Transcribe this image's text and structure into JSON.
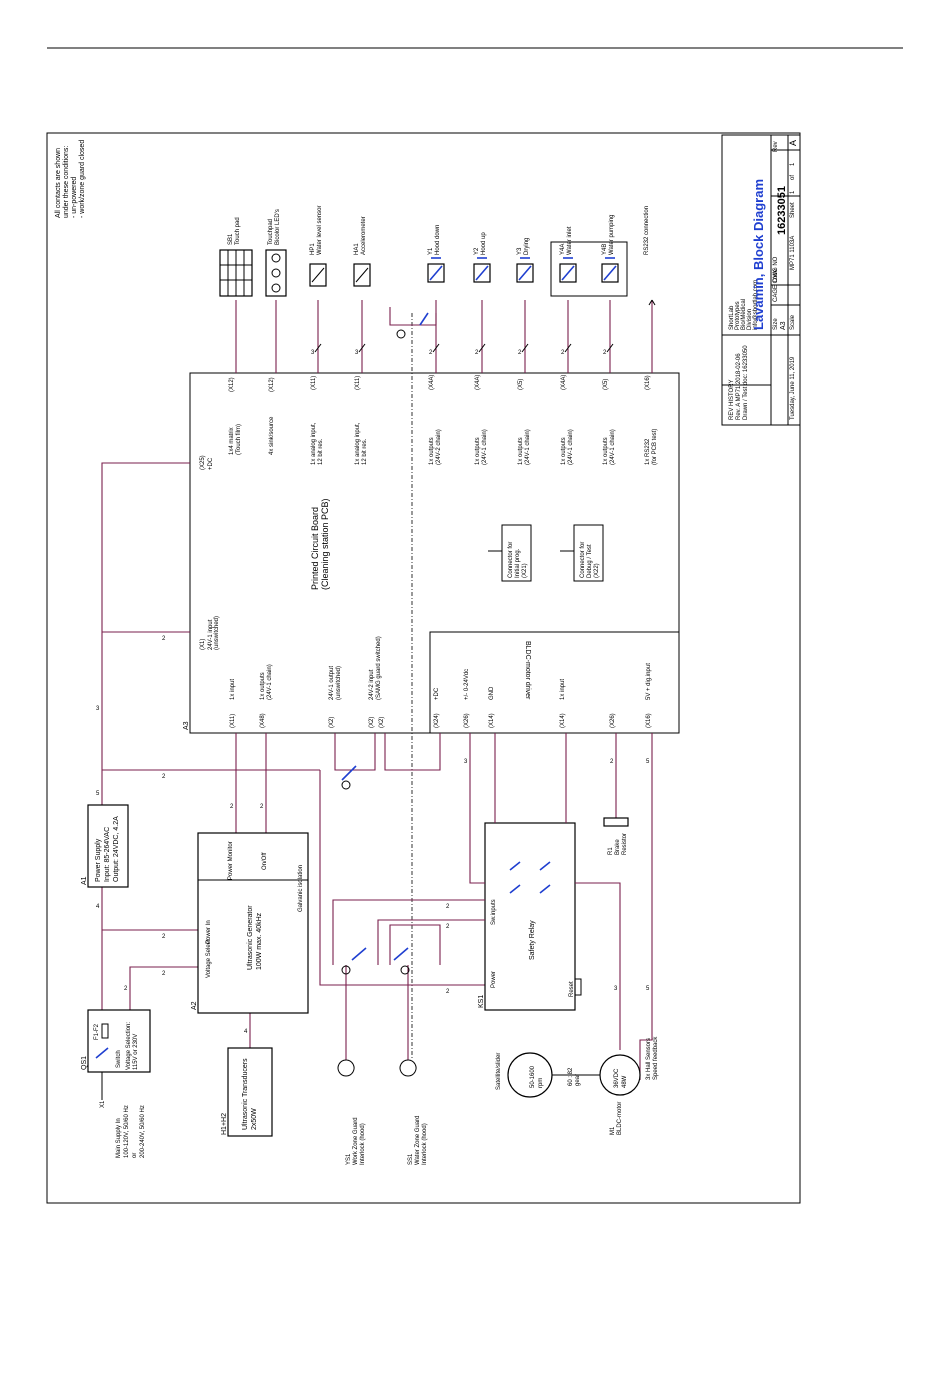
{
  "notes": {
    "line1": "All contacts are shown",
    "line2": "under these conditions:",
    "line3": "- un-powered",
    "line4": "- work/zone guard closed"
  },
  "top_devices": [
    {
      "ref": "SB1",
      "label": "Touch pad",
      "conn": "(X12)",
      "desc": "1x4 matrix",
      "desc2": "(Touch film)",
      "count": ""
    },
    {
      "ref": "",
      "label": "Touchpad",
      "label2": "Bicolor LED's",
      "conn": "(X12)",
      "desc": "4x sink/source",
      "desc2": "",
      "count": ""
    },
    {
      "ref": "HP1",
      "label": "Water level sensor",
      "conn": "(X11)",
      "desc": "1x analog input,",
      "desc2": "12 bit res.",
      "count": "3"
    },
    {
      "ref": "HA1",
      "label": "Accelerometer",
      "conn": "(X11)",
      "desc": "1x analog input,",
      "desc2": "12 bit res.",
      "count": "3"
    },
    {
      "ref": "Y1",
      "label": "Hood down",
      "conn": "(X4A)",
      "desc": "1x outputs",
      "desc2": "(24V-2 chain)",
      "count": "2"
    },
    {
      "ref": "Y2",
      "label": "Hood up",
      "conn": "(X4A)",
      "desc": "1x outputs",
      "desc2": "(24V-1 chain)",
      "count": "2"
    },
    {
      "ref": "Y3",
      "label": "Drying",
      "conn": "(X5)",
      "desc": "1x outputs",
      "desc2": "(24V-1 chain)",
      "count": "2"
    },
    {
      "ref": "Y4A",
      "label": "Water inlet",
      "conn": "(X4A)",
      "desc": "1x outputs",
      "desc2": "(24V-1 chain)",
      "count": "2"
    },
    {
      "ref": "Y4B",
      "label": "Water pumping",
      "conn": "(X5)",
      "desc": "1x outputs",
      "desc2": "(24V-1 chain)",
      "count": "2"
    },
    {
      "ref": "",
      "label": "RS232 connection",
      "conn": "(X16)",
      "desc": "1x RS232",
      "desc2": "(for PCB test)",
      "count": ""
    }
  ],
  "pcb": {
    "ref": "A3",
    "title": "Printed Circuit Board",
    "subtitle": "(Cleaning station PCB)",
    "x25": "(X25)",
    "x25b": "+DC",
    "x1": "(X1)",
    "x1b": "24V-1 input",
    "x1c": "(unswitched)",
    "connector1": "Connector for",
    "connector1b": "Initial prog.",
    "connector1c": "(X21)",
    "connector2": "Connector for",
    "connector2b": "Debug / Test",
    "connector2c": "(X22)",
    "bldc_driver": "BLDC-motor driver",
    "bottom_pins": [
      {
        "conn": "(X11)",
        "desc": "1x input",
        "desc2": ""
      },
      {
        "conn": "(X48)",
        "desc": "1x outputs",
        "desc2": "(24V-1 chain)"
      },
      {
        "conn": "(X2)",
        "desc": "24V-1 output",
        "desc2": "(unswitched)"
      },
      {
        "conn": "(X2)",
        "desc": "24V-2 input",
        "desc2": "(SAMG guard switched)"
      },
      {
        "conn": "(X2)",
        "desc": "",
        "desc2": ""
      },
      {
        "conn": "(X24)",
        "desc": "+DC",
        "desc2": ""
      },
      {
        "conn": "(X26)",
        "desc": "+/- 0-24Vdc",
        "desc2": ""
      },
      {
        "conn": "(X14)",
        "desc": "GND",
        "desc2": ""
      },
      {
        "conn": "(X14)",
        "desc": "1x input",
        "desc2": ""
      },
      {
        "conn": "(X26)",
        "desc": "",
        "desc2": ""
      },
      {
        "conn": "(X16)",
        "desc": "5V + dig.input",
        "desc2": ""
      }
    ]
  },
  "power_supply": {
    "ref": "A1",
    "line1": "Power Supply",
    "line2": "Input: 85-264VAC",
    "line3": "Output: 24VDC, 4.2A"
  },
  "generator": {
    "ref": "A2",
    "power_monitor": "Power Monitor",
    "on_off": "On/Off",
    "galvanic": "Galvanic isolation",
    "power_in": "Power In",
    "voltage_select": "Voltage Select",
    "line1": "Ultrasonic Generator",
    "line2": "100W max. 40kHz"
  },
  "transducers": {
    "ref": "H1+H2",
    "line1": "Ultrasonic Transducers",
    "line2": "2x50W"
  },
  "safety_relay": {
    "ref": "KS1",
    "label": "Safety Relay",
    "sw_inputs": "Sw.inputs",
    "power": "Power",
    "reset": "Reset"
  },
  "resistor": {
    "ref": "R1",
    "line1": "Brake",
    "line2": "Resistor"
  },
  "qs1": {
    "ref": "QS1",
    "fuse": "F1-F2",
    "switch": "Switch",
    "vsel1": "Voltage Selection:",
    "vsel2": "115V or 230V"
  },
  "mains": {
    "ref": "X1",
    "line1": "Main Supply In",
    "line2": "100-120V, 50/60 Hz",
    "line3": "or",
    "line4": "200-240V, 50/60 Hz"
  },
  "guards": [
    {
      "ref": "YS1",
      "line1": "Work Zone Guard",
      "line2": "Interlock (hood)"
    },
    {
      "ref": "SS1",
      "line1": "Water Zone Guard",
      "line2": "Interlock (hood)"
    }
  ],
  "motor": {
    "ref": "M1",
    "label": "BLDC-motor",
    "rating1": "36VDC",
    "rating2": "48W",
    "sensor1": "3x Hall Sensors",
    "sensor2": "Speed feedback",
    "gear": "gear",
    "ratio": "60 : 82",
    "satellite": "Satellite/slider",
    "rpm1": "50-1600",
    "rpm2": "rpm"
  },
  "wire_counts": {
    "pcb_in": "2",
    "ps_top": "3",
    "ps_out": "5",
    "ps_side": "2",
    "ps_in": "4",
    "gen_power": "2",
    "gen_vsel": "2",
    "qs_out": "2",
    "gen_mon_a": "2",
    "gen_mon_b": "2",
    "gen_trans": "4",
    "relay_a": "3",
    "relay_b": "2",
    "relay_c": "2",
    "relay_d": "2",
    "r1": "2",
    "hall": "5",
    "hall_b": "5",
    "motor": "3"
  },
  "title_block": {
    "rev_hist": "REV HISTORY",
    "rev1": "Rev. A MP71 2018-02-06",
    "rev2": "Drawn / Test doc: 16233050",
    "company1": "ShortLab",
    "company2": "Prototypes",
    "company3": "Bio/Medical",
    "company4": "Division",
    "company5": "info@shortlab.com",
    "title": "Lavamin, Block Diagram",
    "size_label": "Size",
    "size": "A3",
    "cage_label": "CAGE Code",
    "dwg_label": "DWG NO",
    "dwg_no": "16233051",
    "rev_label": "Rev",
    "rev": "A",
    "scale_label": "Scale",
    "sheet_label": "Sheet",
    "sheet": "1",
    "of": "of",
    "sheets": "1",
    "date": "Tuesday, June 11, 2019",
    "file": "MP71 1103A"
  }
}
